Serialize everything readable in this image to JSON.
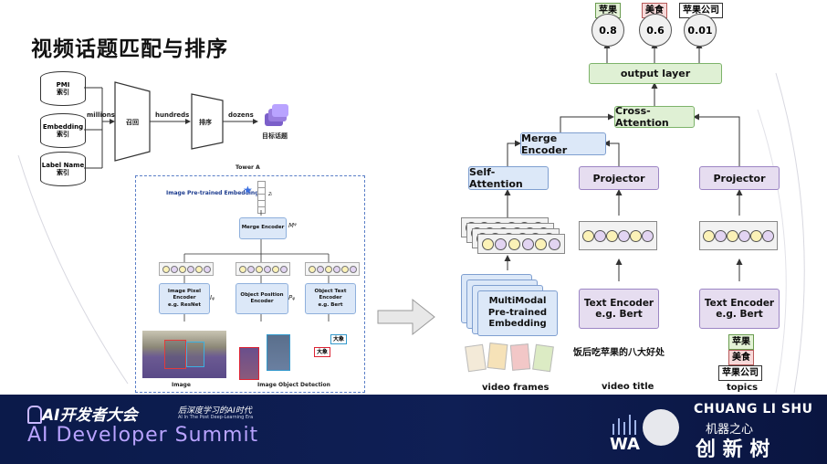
{
  "title": "视频话题匹配与排序",
  "left": {
    "dbs": [
      "PMI\n索引",
      "Embedding\n索引",
      "Label Name\n索引"
    ],
    "edge_labels": [
      "millions",
      "hundreds",
      "dozens"
    ],
    "stage_recall": "召回",
    "stage_rank": "排序",
    "target": "目标话题",
    "tower_label": "Tower A",
    "pretrained": "Image Pre-trained Embedding",
    "merge": "Merge Encoder",
    "merge_sym": "Mᵠ",
    "z_sym": "zᵢ",
    "encoders": [
      {
        "name": "Image Pixel\nEncoder\ne.g. ResNet",
        "sym": "Iᵩ"
      },
      {
        "name": "Object Position\nEncoder",
        "sym": "Pᵩ"
      },
      {
        "name": "Object Text\nEncoder\ne.g. Bert",
        "sym": ""
      }
    ],
    "obj_tags": [
      "大象",
      "大象"
    ],
    "captions": [
      "Image",
      "Image Object Detection"
    ]
  },
  "right": {
    "outputs": [
      {
        "label": "苹果",
        "score": "0.8",
        "color": "#e3f2d6"
      },
      {
        "label": "美食",
        "score": "0.6",
        "color": "#f7d9d9"
      },
      {
        "label": "苹果公司",
        "score": "0.01",
        "color": "#ffffff"
      }
    ],
    "output_layer": "output layer",
    "cross": "Cross-Attention",
    "merge": "Merge Encoder",
    "self_att": "Self-Attention",
    "projector": "Projector",
    "multimodal": "MultiModal Pre-trained Embedding",
    "text_encoder": "Text Encoder\ne.g. Bert",
    "video_title_text": "饭后吃苹果的八大好处",
    "topic_tags": [
      "苹果",
      "美食",
      "苹果公司"
    ],
    "captions": [
      "video frames",
      "video title",
      "topics"
    ]
  },
  "footer": {
    "logo_cn": "AI开发者大会",
    "tagline_cn": "后深度学习的AI时代",
    "tagline_en": "AI In The Post Deep-Learning Era",
    "summit": "AI Developer Summit",
    "brand_cs": "CHUANG LI SHU",
    "brand_wa": "WA",
    "brand_jq": "机器之心",
    "brand_cls": "创  新  树"
  },
  "colors": {
    "green": "#dff0d4",
    "purple": "#e6ddf0",
    "blue": "#dce8f8",
    "footer": "#0f1f55",
    "accent": "#b9a3ff"
  }
}
